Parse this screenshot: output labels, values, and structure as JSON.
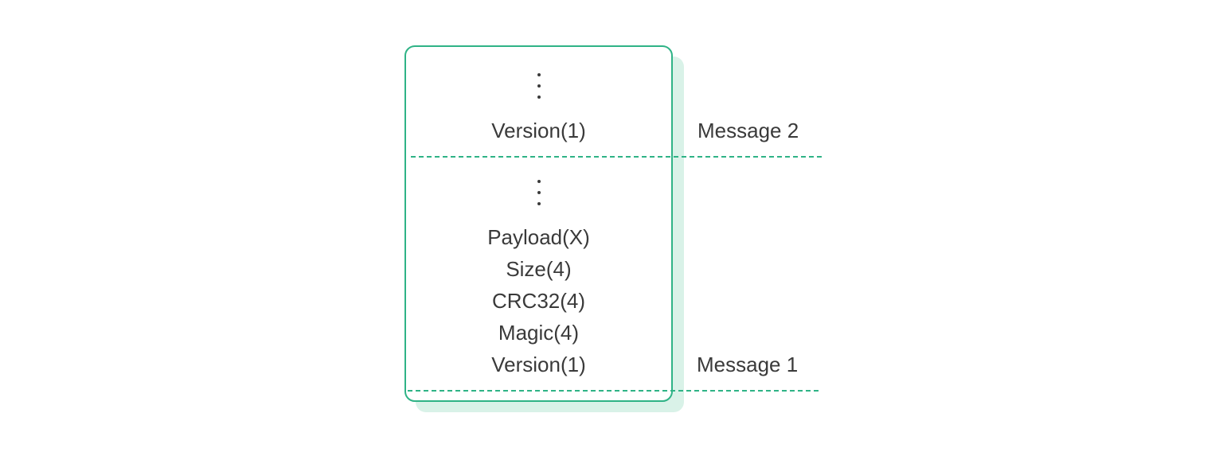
{
  "diagram": {
    "message2": {
      "label": "Message 2",
      "fields": [
        "Version(1)"
      ]
    },
    "message1": {
      "label": "Message 1",
      "fields": [
        "Payload(X)",
        "Size(4)",
        "CRC32(4)",
        "Magic(4)",
        "Version(1)"
      ]
    },
    "colors": {
      "accent": "#2fb386",
      "shadow": "#d9f2e8",
      "text": "#3a3a3a"
    }
  }
}
